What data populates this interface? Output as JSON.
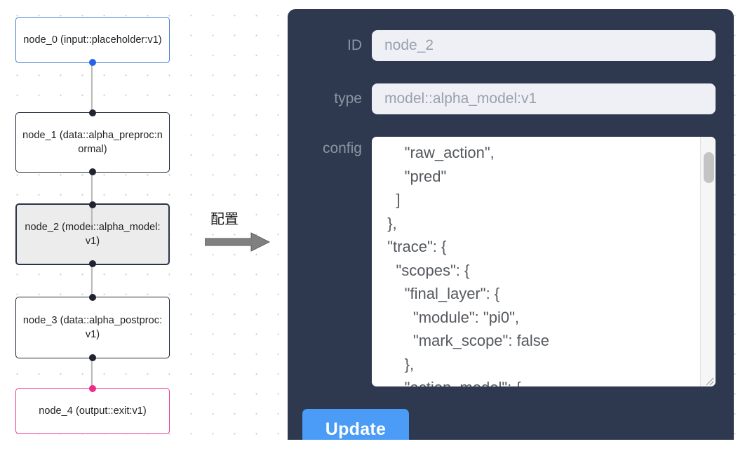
{
  "graph": {
    "nodes": [
      {
        "id": "node_0",
        "label": "node_0\n(input::placeholder:v1)",
        "kind": "input",
        "selected": false,
        "border_color": "#4a7fd4",
        "top_handle": false,
        "bottom_handle_color": "#2563eb"
      },
      {
        "id": "node_1",
        "label": "node_1\n(data::alpha_preproc:normal)",
        "kind": "data",
        "selected": false,
        "border_color": "#1f2937",
        "top_handle": true,
        "bottom_handle_color": "#1f2430"
      },
      {
        "id": "node_2",
        "label": "node_2\n(model::alpha_model:v1)",
        "kind": "model",
        "selected": true,
        "border_color": "#2a3348",
        "top_handle": true,
        "bottom_handle_color": "#1f2430"
      },
      {
        "id": "node_3",
        "label": "node_3\n(data::alpha_postproc:v1)",
        "kind": "data",
        "selected": false,
        "border_color": "#1f2937",
        "top_handle": true,
        "bottom_handle_color": "#1f2430"
      },
      {
        "id": "node_4",
        "label": "node_4\n(output::exit:v1)",
        "kind": "output",
        "selected": false,
        "border_color": "#ee3d96",
        "top_handle": true,
        "top_handle_color": "#ee2b8b"
      }
    ],
    "edge_color": "#b8b8b8"
  },
  "annotation": {
    "label": "配置",
    "arrow_color": "#7f7f7f"
  },
  "panel": {
    "background_color": "#2e3950",
    "fields": [
      {
        "name": "id",
        "label": "ID",
        "value": "node_2"
      },
      {
        "name": "type",
        "label": "type",
        "value": "model::alpha_model:v1"
      },
      {
        "name": "config",
        "label": "config",
        "value": ""
      }
    ],
    "id_label": "ID",
    "id_value": "node_2",
    "type_label": "type",
    "type_value": "model::alpha_model:v1",
    "config_label": "config",
    "config_value": "      \"raw_action\",\n      \"pred\"\n    ]\n  },\n  \"trace\": {\n    \"scopes\": {\n      \"final_layer\": {\n        \"module\": \"pi0\",\n        \"mark_scope\": false\n      },\n      \"action_model\": {",
    "update_label": "Update",
    "update_color": "#4a9cf6"
  }
}
